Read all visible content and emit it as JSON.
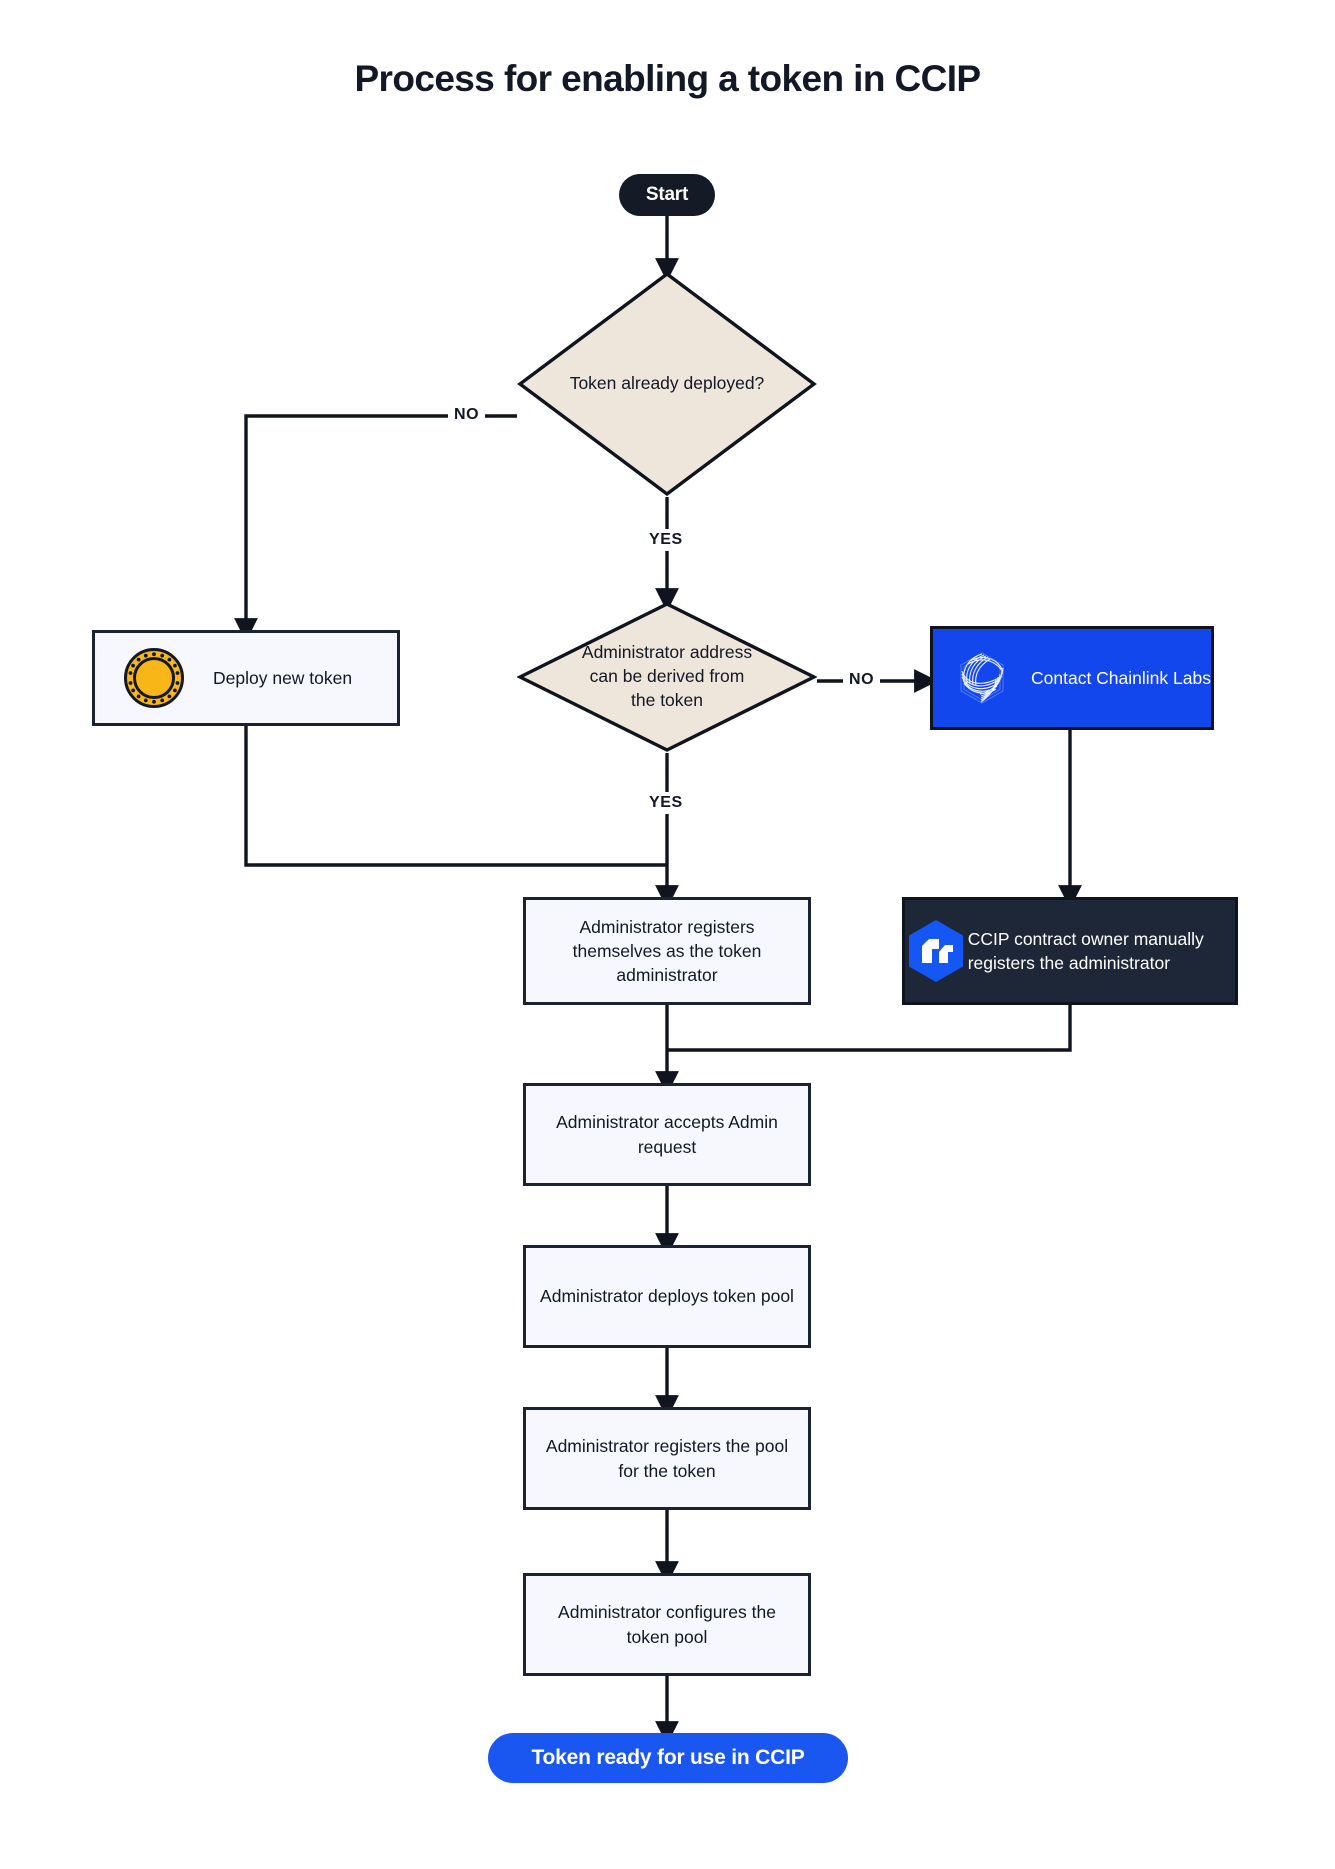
{
  "page": {
    "title": "Process for enabling a token in CCIP",
    "background": "#ffffff"
  },
  "colors": {
    "ink": "#121826",
    "stroke": "#1b2233",
    "box_fill": "#f6f8fd",
    "diamond_fill": "#efe6db",
    "start_fill": "#141a26",
    "end_fill": "#1a56f0",
    "chainlink_blue": "#1147ec",
    "ccip_dark": "#1e2738",
    "token_gold": "#f9b617"
  },
  "nodes": {
    "start": {
      "label": "Start",
      "type": "terminator"
    },
    "decision_deployed": {
      "label": "Token already deployed?",
      "type": "decision"
    },
    "deploy_new_token": {
      "label": "Deploy new token",
      "type": "process",
      "icon": "gold-token-icon"
    },
    "decision_admin_derived": {
      "label": "Administrator address can be derived from the token",
      "type": "decision"
    },
    "contact_chainlink": {
      "label": "Contact Chainlink Labs",
      "type": "process",
      "icon": "chainlink-labs-logo-icon"
    },
    "admin_registers_self": {
      "label": "Administrator registers themselves as the token administrator",
      "type": "process"
    },
    "ccip_owner_registers": {
      "label": "CCIP contract owner manually registers the administrator",
      "type": "process",
      "icon": "ccip-hexagon-icon"
    },
    "admin_accepts": {
      "label": "Administrator accepts Admin request",
      "type": "process"
    },
    "admin_deploys_pool": {
      "label": "Administrator deploys token pool",
      "type": "process"
    },
    "admin_registers_pool": {
      "label": "Administrator registers the pool for the token",
      "type": "process"
    },
    "admin_configures_pool": {
      "label": "Administrator configures the token pool",
      "type": "process"
    },
    "end": {
      "label": "Token ready for use in CCIP",
      "type": "terminator"
    }
  },
  "edge_labels": {
    "deployed_no": "NO",
    "deployed_yes": "YES",
    "admin_no": "NO",
    "admin_yes": "YES"
  }
}
